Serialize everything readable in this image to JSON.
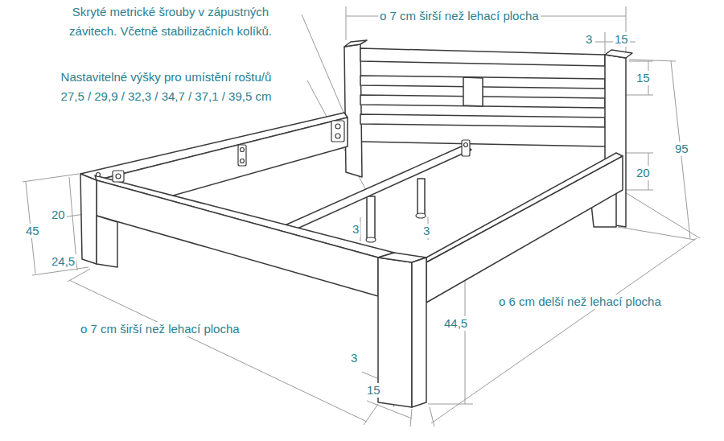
{
  "diagram": {
    "labels": [
      "Skryté metrické šrouby v zápustných závitech. Včetně stabilizačních kolíků.",
      "Nastavitelné výšky pro umístění roštu/ů 27,5 / 29,9 / 32,3 / 34,7 / 37,1 / 39,5 cm",
      "o 7 cm širší než lehací plocha",
      "3",
      "15",
      "15",
      "95",
      "20",
      "20",
      "45",
      "24,5",
      "3",
      "3",
      "o 6 cm delší než lehací plocha",
      "44,5",
      "o 7 cm širší než lehací plocha",
      "3",
      "15"
    ]
  }
}
